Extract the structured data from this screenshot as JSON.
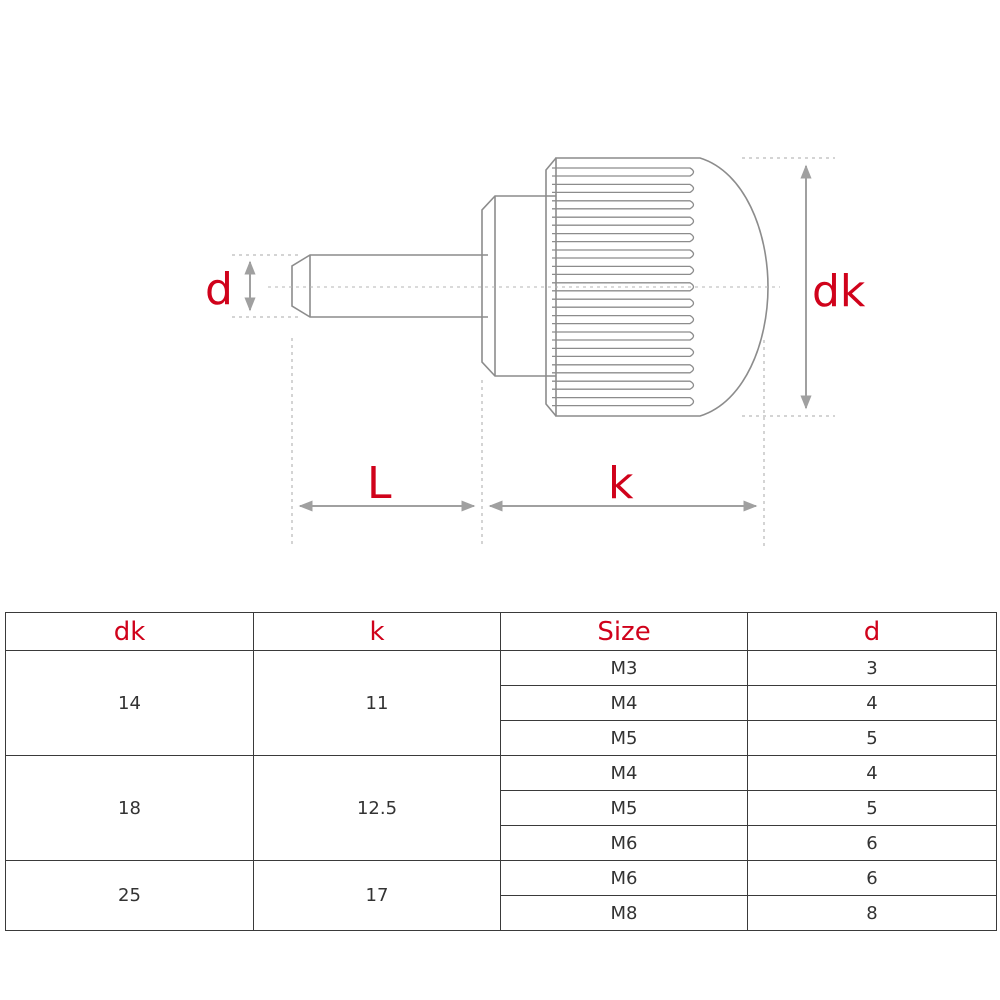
{
  "colors": {
    "label_red": "#d0021b",
    "line_gray": "#9a9a9a",
    "text_gray": "#333333",
    "border": "#3a3a3a"
  },
  "diagram": {
    "labels": {
      "d": "d",
      "dk": "dk",
      "L": "L",
      "k": "k"
    }
  },
  "table": {
    "headers": [
      "dk",
      "k",
      "Size",
      "d"
    ],
    "groups": [
      {
        "dk": "14",
        "k": "11",
        "rows": [
          {
            "size": "M3",
            "d": "3"
          },
          {
            "size": "M4",
            "d": "4"
          },
          {
            "size": "M5",
            "d": "5"
          }
        ]
      },
      {
        "dk": "18",
        "k": "12.5",
        "rows": [
          {
            "size": "M4",
            "d": "4"
          },
          {
            "size": "M5",
            "d": "5"
          },
          {
            "size": "M6",
            "d": "6"
          }
        ]
      },
      {
        "dk": "25",
        "k": "17",
        "rows": [
          {
            "size": "M6",
            "d": "6"
          },
          {
            "size": "M8",
            "d": "8"
          }
        ]
      }
    ]
  }
}
